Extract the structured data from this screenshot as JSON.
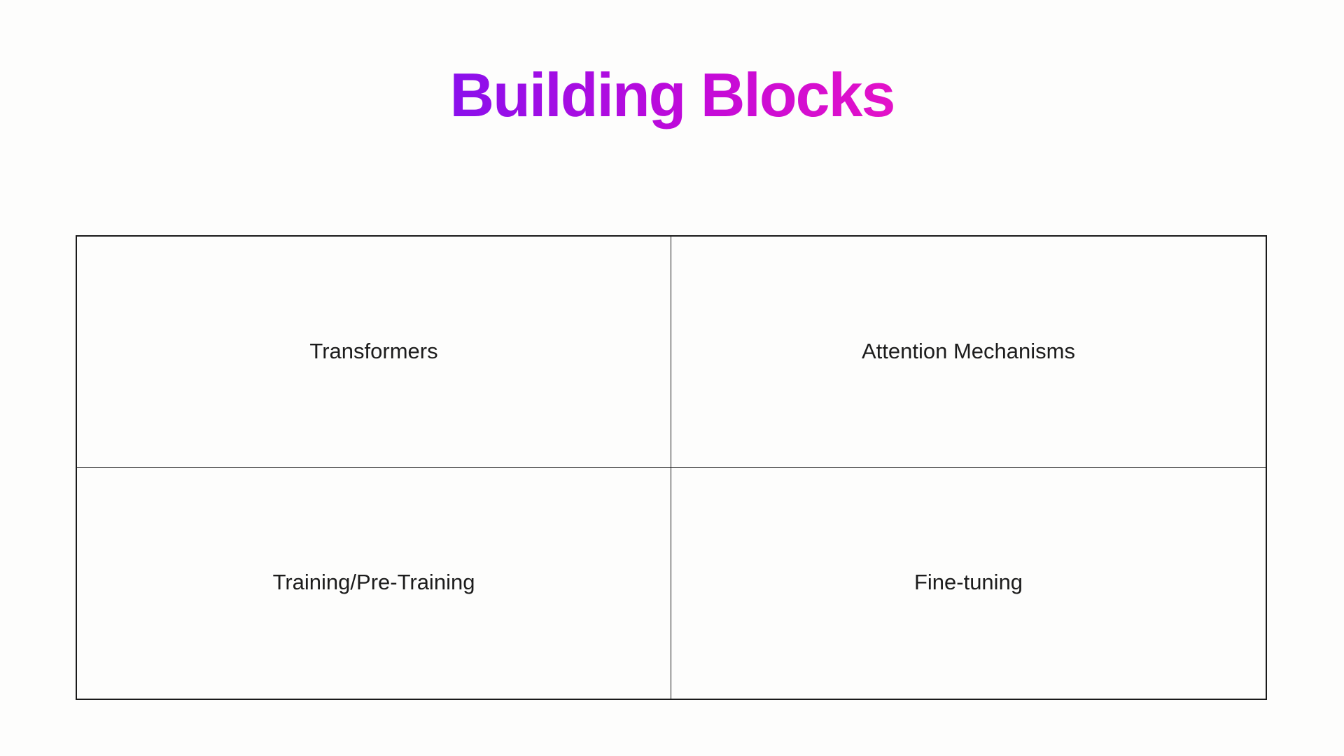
{
  "slide": {
    "title": "Building Blocks",
    "title_color_start": "#8a10ec",
    "title_color_end": "#e312c8",
    "blocks": [
      {
        "label": "Transformers"
      },
      {
        "label": "Attention Mechanisms"
      },
      {
        "label": "Training/Pre-Training"
      },
      {
        "label": "Fine-tuning"
      }
    ]
  }
}
